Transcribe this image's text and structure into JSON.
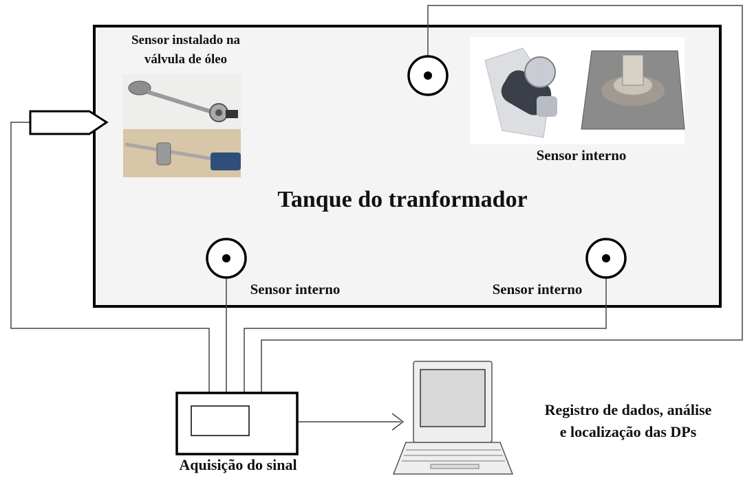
{
  "title_partial": "",
  "tank": {
    "label": "Tanque do tranformador"
  },
  "sensors": {
    "valve_line1": "Sensor instalado na",
    "valve_line2": "válvula de óleo",
    "internal_top": "Sensor interno",
    "internal_left": "Sensor interno",
    "internal_right": "Sensor interno"
  },
  "acquisition": {
    "label": "Aquisição do sinal"
  },
  "computer": {
    "line1": "Registro de dados, análise",
    "line2": "e localização das DPs"
  },
  "colors": {
    "tank_fill": "#f4f4f4",
    "stroke": "#000000",
    "line": "#444444",
    "screen": "#d9d9d9",
    "laptop_body": "#eeeeee"
  }
}
